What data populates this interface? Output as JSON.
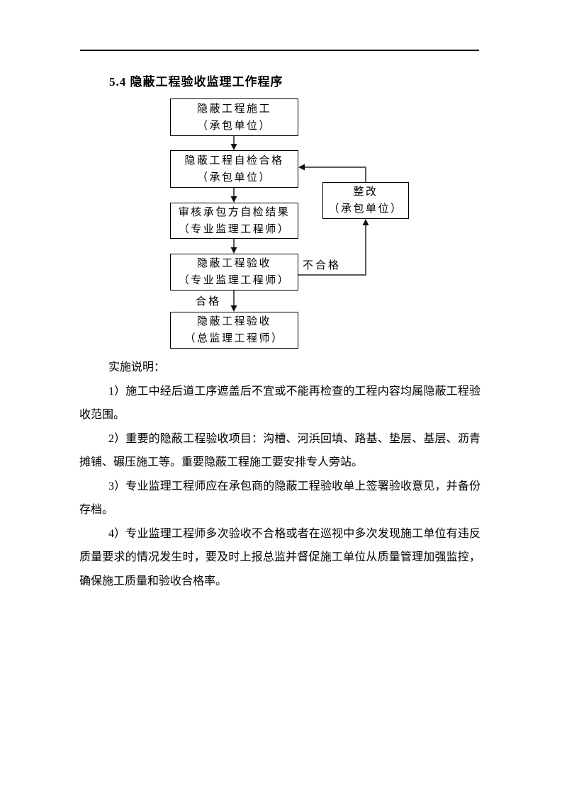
{
  "page": {
    "title": "5.4 隐蔽工程验收监理工作程序"
  },
  "flowchart": {
    "boxes": [
      {
        "id": "construction",
        "line1": "隐蔽工程施工",
        "line2": "（承包单位）"
      },
      {
        "id": "self-check",
        "line1": "隐蔽工程自检合格",
        "line2": "（承包单位）"
      },
      {
        "id": "review",
        "line1": "审核承包方自检结果",
        "line2": "（专业监理工程师）"
      },
      {
        "id": "acceptance-pro",
        "line1": "隐蔽工程验收",
        "line2": "（专业监理工程师）"
      },
      {
        "id": "acceptance-chief",
        "line1": "隐蔽工程验收",
        "line2": "（总监理工程师）"
      },
      {
        "id": "rectify",
        "line1": "整改",
        "line2": "（承包单位）"
      }
    ],
    "edge_labels": {
      "fail": "不合格",
      "pass": "合格"
    }
  },
  "notes": {
    "heading": "实施说明：",
    "paragraphs": [
      "1）施工中经后道工序遮盖后不宜或不能再检查的工程内容均属隐蔽工程验收范围。",
      "2）重要的隐蔽工程验收项目：沟槽、河浜回填、路基、垫层、基层、沥青摊铺、碾压施工等。重要隐蔽工程施工要安排专人旁站。",
      "3）专业监理工程师应在承包商的隐蔽工程验收单上签署验收意见，并备份存档。",
      "4）专业监理工程师多次验收不合格或者在巡视中多次发现施工单位有违反质量要求的情况发生时，要及时上报总监并督促施工单位从质量管理加强监控，确保施工质量和验收合格率。"
    ]
  },
  "colors": {
    "connector": "#595959",
    "arrowhead": "#111111",
    "box_border": "#000000",
    "text": "#000000"
  }
}
